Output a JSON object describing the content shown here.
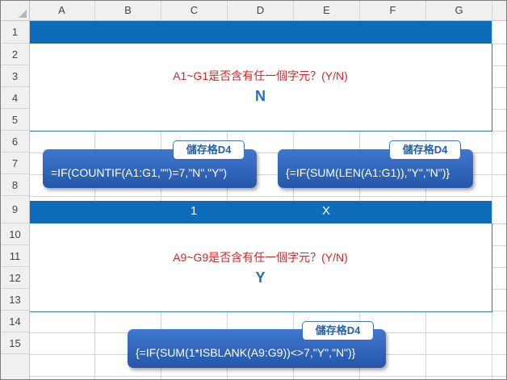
{
  "columns": [
    "A",
    "B",
    "C",
    "D",
    "E",
    "F",
    "G"
  ],
  "rows": [
    "1",
    "2",
    "3",
    "4",
    "5",
    "6",
    "7",
    "8",
    "9",
    "10",
    "11",
    "12",
    "13",
    "14",
    "15"
  ],
  "block1": {
    "question": "A1~G1是否含有任一個字元？(Y/N)",
    "answer": "N"
  },
  "block2": {
    "row9_c": "1",
    "row9_e": "X",
    "question": "A9~G9是否含有任一個字元？(Y/N)",
    "answer": "Y"
  },
  "cards": [
    {
      "tag": "儲存格D4",
      "formula": "=IF(COUNTIF(A1:G1,\"\")=7,\"N\",\"Y\")"
    },
    {
      "tag": "儲存格D4",
      "formula": "{=IF(SUM(LEN(A1:G1)),\"Y\",\"N\")}"
    },
    {
      "tag": "儲存格D4",
      "formula": "{=IF(SUM(1*ISBLANK(A9:G9))<>7,\"Y\",\"N\")}"
    }
  ],
  "colors": {
    "band": "#0d6bb7",
    "question_text": "#e02020",
    "answer_text": "#1f6fbf",
    "card": "#2f66bf"
  }
}
